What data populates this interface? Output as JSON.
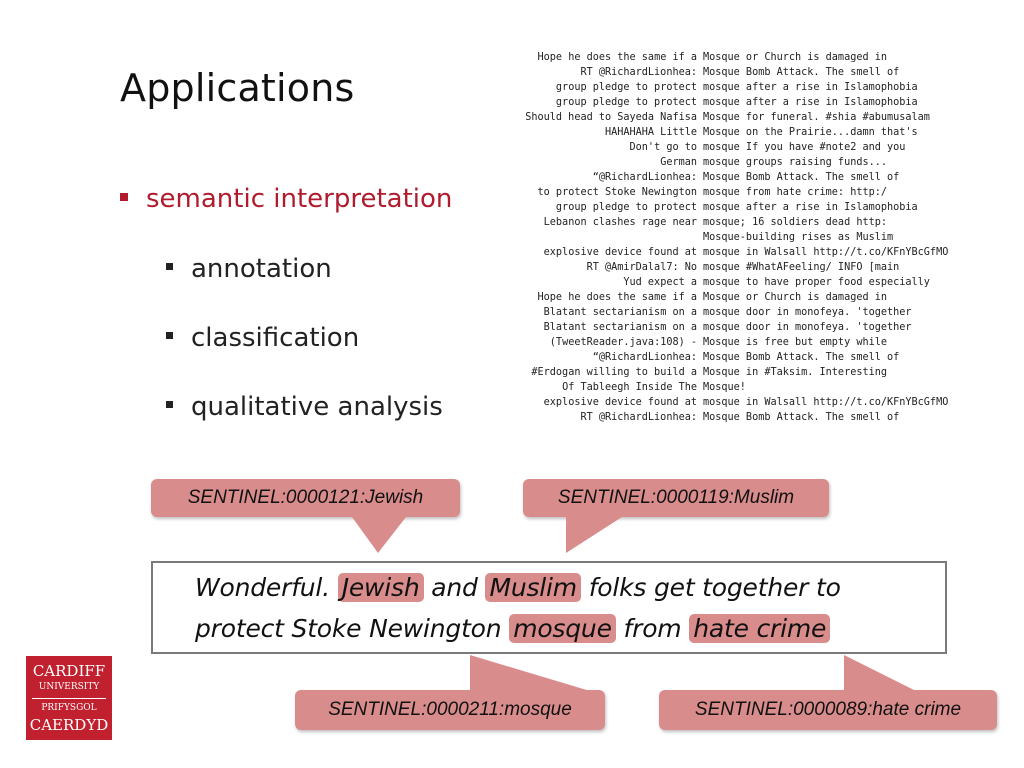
{
  "slide": {
    "title": "Applications",
    "bullets": [
      {
        "label": "semantic interpretation",
        "level": 1
      },
      {
        "label": "annotation",
        "level": 2
      },
      {
        "label": "classification",
        "level": 2
      },
      {
        "label": "qualitative analysis",
        "level": 2
      }
    ]
  },
  "tweets": [
    {
      "pre": "Hope he does the same if a",
      "post": "Mosque or Church is damaged in"
    },
    {
      "pre": "RT @RichardLionhea:",
      "post": "Mosque Bomb Attack. The smell of"
    },
    {
      "pre": "group pledge to protect",
      "post": "mosque after a rise in Islamophobia"
    },
    {
      "pre": "group pledge to protect",
      "post": "mosque after a rise in Islamophobia"
    },
    {
      "pre": "Should head to Sayeda Nafisa",
      "post": "Mosque for funeral. #shia #abumusalam"
    },
    {
      "pre": "HAHAHAHA Little",
      "post": "Mosque on the Prairie...damn that's"
    },
    {
      "pre": "Don't go to",
      "post": "mosque If you have #note2 and you"
    },
    {
      "pre": "German",
      "post": "mosque groups raising funds..."
    },
    {
      "pre": "“@RichardLionhea:",
      "post": "Mosque Bomb Attack. The smell of"
    },
    {
      "pre": "to protect Stoke Newington",
      "post": "mosque from hate crime: http:/"
    },
    {
      "pre": "group pledge to protect",
      "post": "mosque after a rise in Islamophobia"
    },
    {
      "pre": "Lebanon clashes rage near",
      "post": "mosque; 16 soldiers dead http:"
    },
    {
      "pre": "",
      "post": "Mosque-building rises as Muslim"
    },
    {
      "pre": "explosive device found at",
      "post": "mosque in Walsall http://t.co/KFnYBcGfMO"
    },
    {
      "pre": "RT @AmirDalal7: No",
      "post": "mosque #WhatAFeeling/ INFO [main"
    },
    {
      "pre": "Yud expect a",
      "post": "mosque to have proper food especially"
    },
    {
      "pre": "Hope he does the same if a",
      "post": "Mosque or Church is damaged in"
    },
    {
      "pre": "Blatant sectarianism on a",
      "post": "mosque door in monofeya. 'together"
    },
    {
      "pre": "Blatant sectarianism on a",
      "post": "mosque door in monofeya. 'together"
    },
    {
      "pre": "(TweetReader.java:108) -",
      "post": "Mosque is free but empty while"
    },
    {
      "pre": "“@RichardLionhea:",
      "post": "Mosque Bomb Attack. The smell of"
    },
    {
      "pre": "#Erdogan willing to build a",
      "post": "Mosque in #Taksim. Interesting"
    },
    {
      "pre": "Of Tableegh Inside The",
      "post": "Mosque!"
    },
    {
      "pre": "explosive device found at",
      "post": "mosque in Walsall http://t.co/KFnYBcGfMO"
    },
    {
      "pre": "RT @RichardLionhea:",
      "post": "Mosque Bomb Attack. The smell of"
    }
  ],
  "callouts": {
    "jewish": "SENTINEL:0000121:Jewish",
    "muslim": "SENTINEL:0000119:Muslim",
    "mosque": "SENTINEL:0000211:mosque",
    "hate_crime": "SENTINEL:0000089:hate crime"
  },
  "sentence": {
    "line1": {
      "t1": "Wonderful.",
      "jewish": "Jewish",
      "t2": "and",
      "muslim": "Muslim",
      "t3": "folks get together to"
    },
    "line2": {
      "t1": "protect Stoke Newington",
      "mosque": "mosque",
      "t2": "from",
      "hate_crime": "hate crime"
    }
  },
  "logo": {
    "line1": "CARDIFF",
    "line2": "UNIVERSITY",
    "line3": "PRIFYSGOL",
    "line4": "CAERDYD"
  },
  "colors": {
    "accent": "#b01c2e",
    "highlight": "#d98c8c",
    "logo_bg": "#c1202e"
  }
}
